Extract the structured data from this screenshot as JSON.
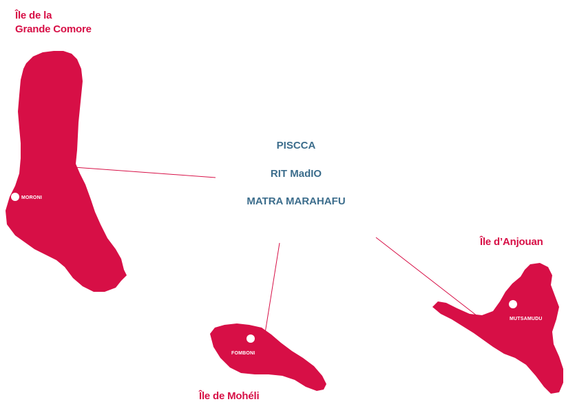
{
  "colors": {
    "island_fill": "#d70f46",
    "label_red": "#d70f46",
    "program_blue": "#3c6d8c",
    "connector_line": "#d70f46",
    "town_dot": "#ffffff",
    "town_text": "#ffffff"
  },
  "islands": {
    "grande_comore": {
      "label_line1": "Île de la",
      "label_line2": "Grande Comore",
      "town": "MORONI"
    },
    "moheli": {
      "label": "Île de Mohéli",
      "town": "FOMBONI"
    },
    "anjouan": {
      "label": "Île d’Anjouan",
      "town": "MUTSAMUDU"
    }
  },
  "programs": [
    "PISCCA",
    "RIT MadIO",
    "MATRA MARAHAFU"
  ]
}
